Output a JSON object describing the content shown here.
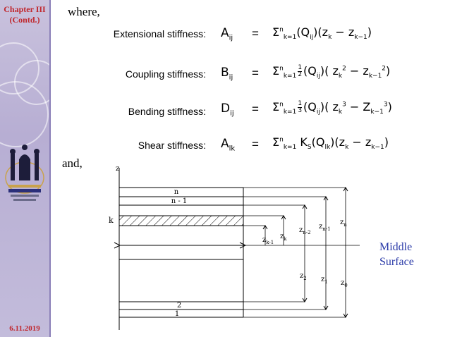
{
  "sidebar": {
    "chapter_line1": "Chapter III",
    "chapter_line2": "(Contd.)",
    "date": "6.11.2019",
    "accent_color": "#c0282e",
    "background_color": "#bfb8d8"
  },
  "intro": {
    "where": "where,",
    "and": "and,"
  },
  "equations": [
    {
      "label": "Extensional stiffness:",
      "lhs_main": "A",
      "lhs_sub": "ij",
      "equals": "="
    },
    {
      "label": "Coupling stiffness:",
      "lhs_main": "B",
      "lhs_sub": "ij",
      "equals": "="
    },
    {
      "label": "Bending stiffness:",
      "lhs_main": "D",
      "lhs_sub": "ij",
      "equals": "="
    },
    {
      "label": "Shear stiffness:",
      "lhs_main": "A",
      "lhs_sub": "lk",
      "equals": "="
    }
  ],
  "diagram": {
    "axis_label": "z",
    "layer_top_n": "n",
    "layer_top_n1": "n - 1",
    "layer_k": "k",
    "layer_bottom_2": "2",
    "layer_bottom_1": "1",
    "z_n": "z",
    "z_n_sub": "n",
    "z_n1": "z",
    "z_n1_sub": "n-1",
    "z_n2": "z",
    "z_n2_sub": "n-2",
    "z_k": "z",
    "z_k_sub": "k",
    "z_k1": "z",
    "z_k1_sub": "k-1",
    "z_2": "z",
    "z_2_sub": "2",
    "z_1": "z",
    "z_1_sub": "1",
    "z_0": "z",
    "z_0_sub": "0"
  },
  "middle_surface": {
    "line1": "Middle",
    "line2": "Surface",
    "color": "#2a3aa8"
  }
}
